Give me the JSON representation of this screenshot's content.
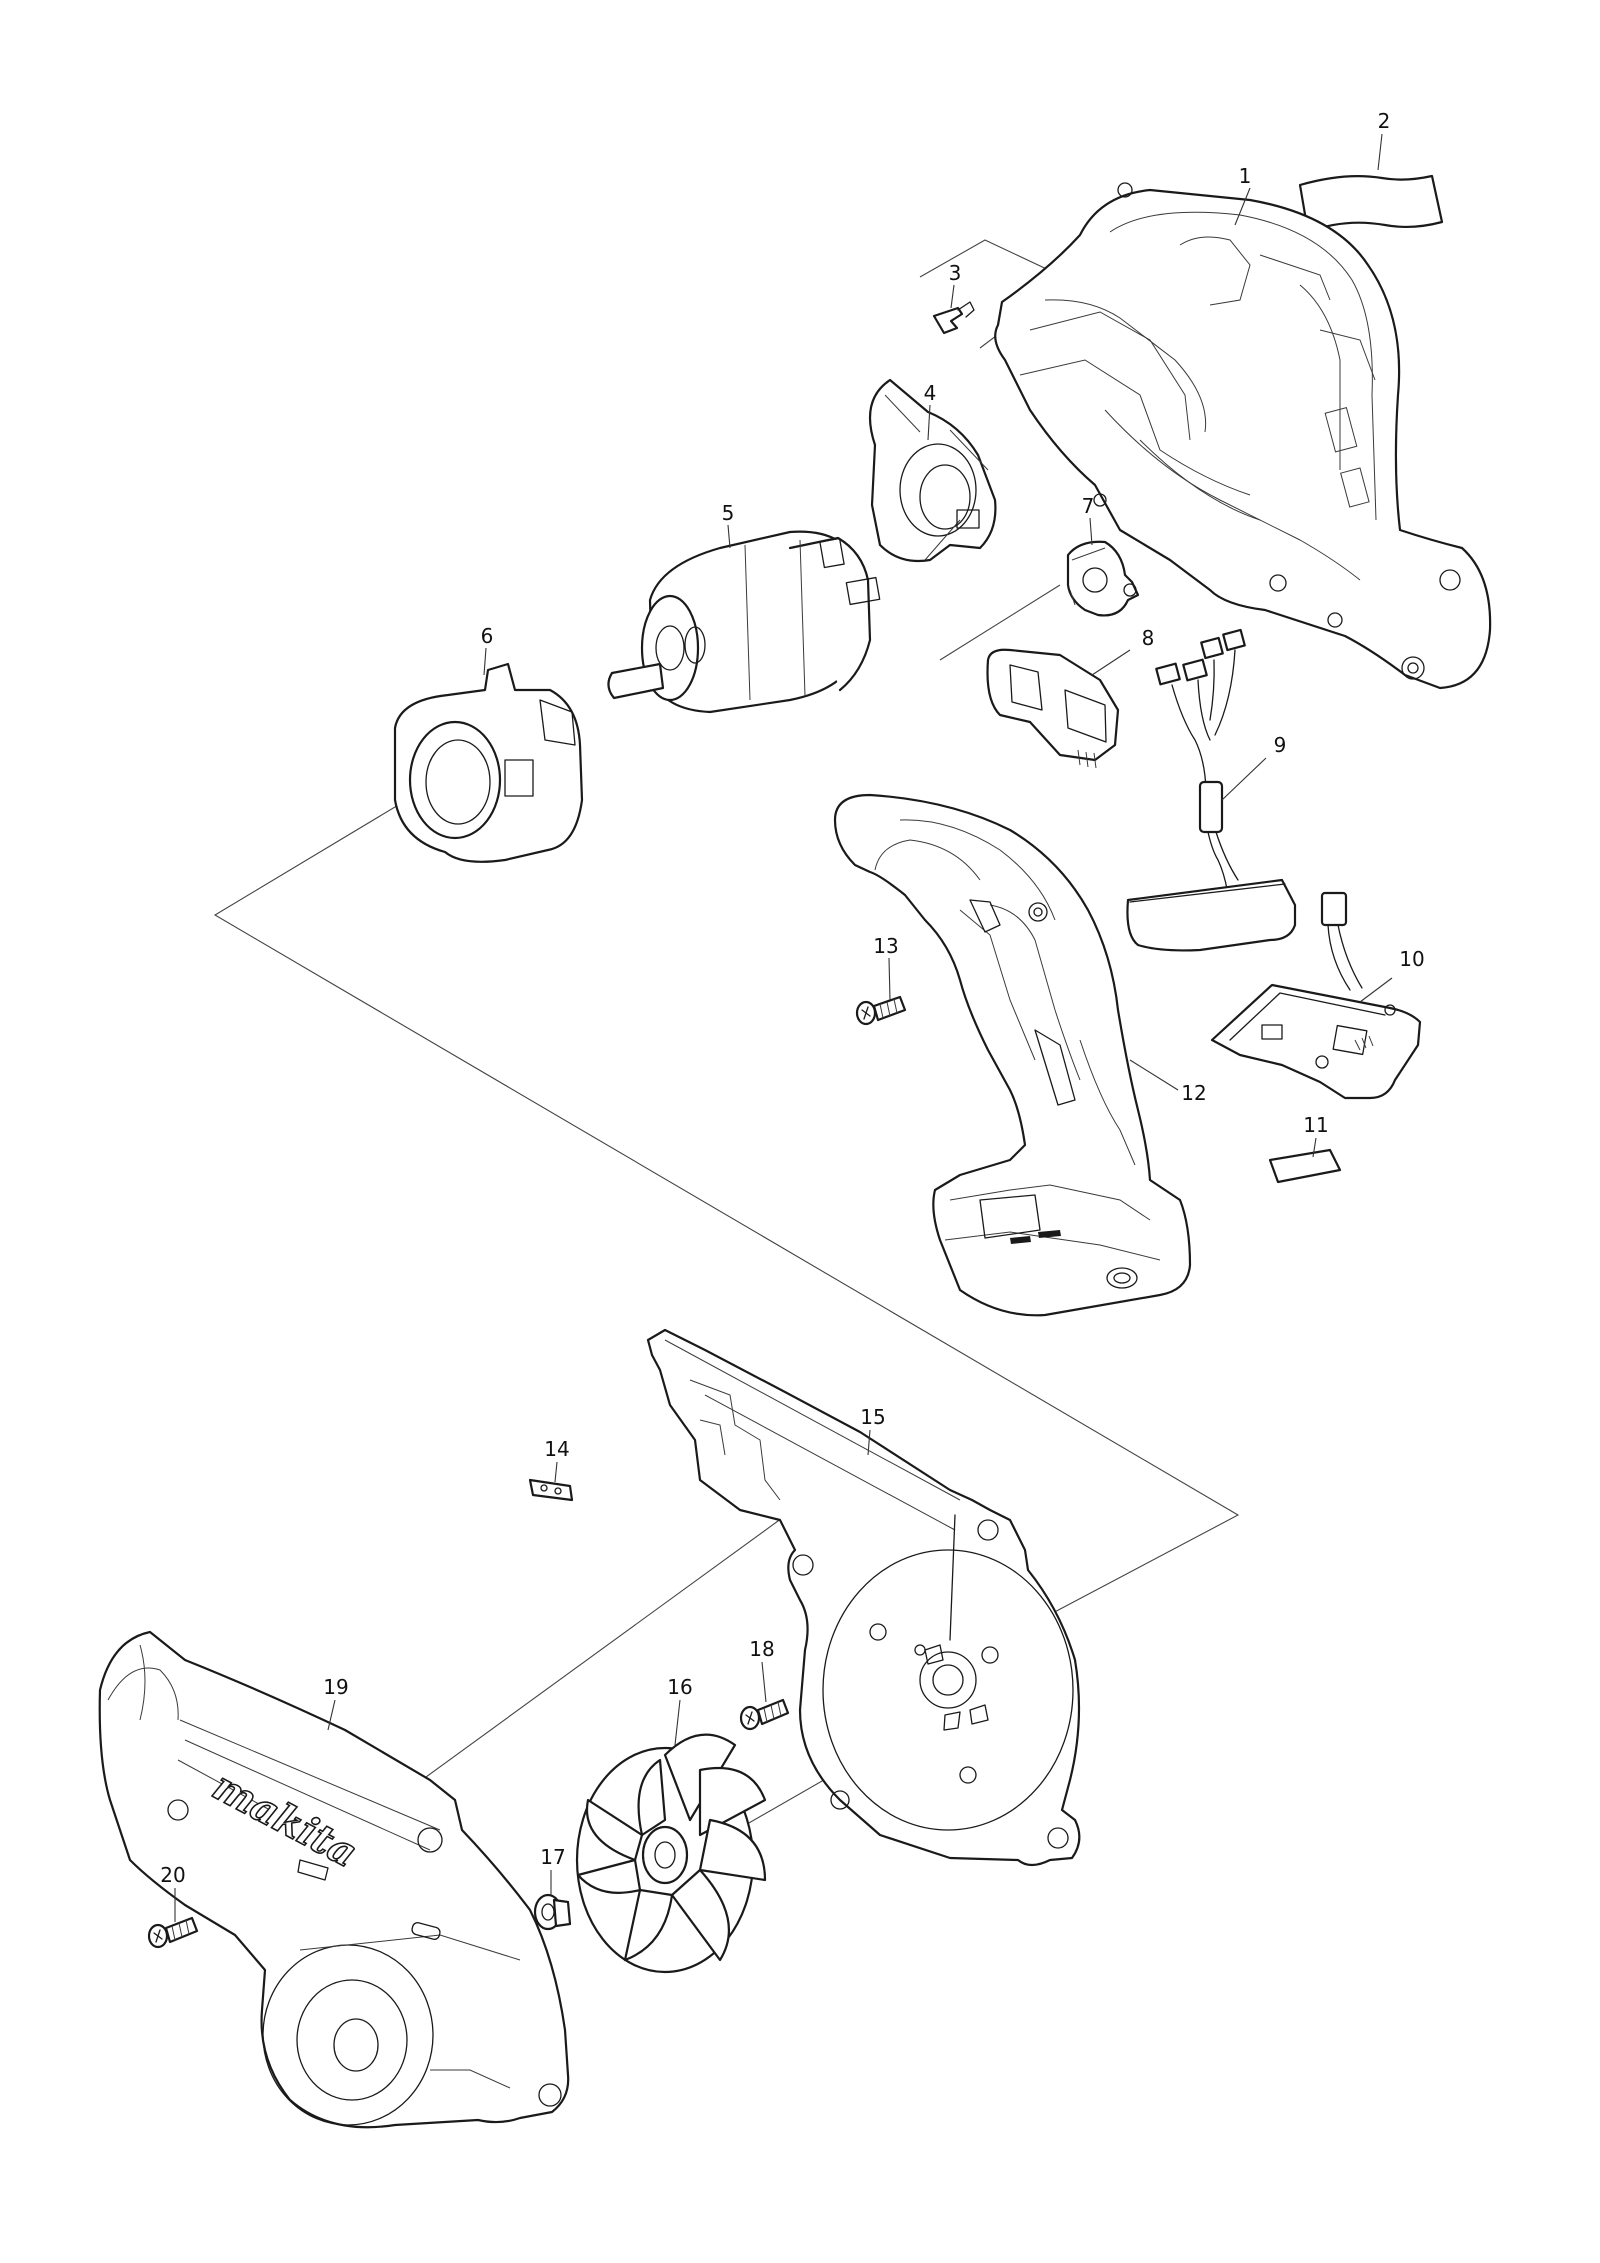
{
  "diagram": {
    "type": "exploded-parts-view",
    "brand_mark": "makita",
    "parts": [
      {
        "id": "1",
        "label": "1"
      },
      {
        "id": "2",
        "label": "2"
      },
      {
        "id": "3",
        "label": "3"
      },
      {
        "id": "4",
        "label": "4"
      },
      {
        "id": "5",
        "label": "5"
      },
      {
        "id": "6",
        "label": "6"
      },
      {
        "id": "7",
        "label": "7"
      },
      {
        "id": "8",
        "label": "8"
      },
      {
        "id": "9",
        "label": "9"
      },
      {
        "id": "10",
        "label": "10"
      },
      {
        "id": "11",
        "label": "11"
      },
      {
        "id": "12",
        "label": "12"
      },
      {
        "id": "13",
        "label": "13"
      },
      {
        "id": "14",
        "label": "14"
      },
      {
        "id": "15",
        "label": "15"
      },
      {
        "id": "16",
        "label": "16"
      },
      {
        "id": "17",
        "label": "17"
      },
      {
        "id": "18",
        "label": "18"
      },
      {
        "id": "19",
        "label": "19"
      },
      {
        "id": "20",
        "label": "20"
      }
    ]
  }
}
